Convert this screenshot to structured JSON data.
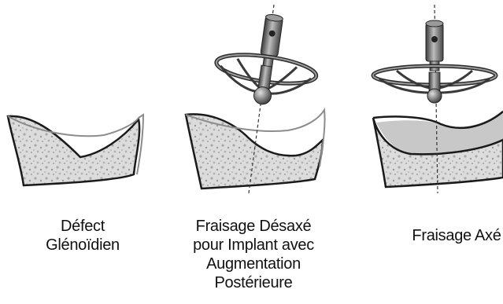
{
  "panels": [
    {
      "id": "defect",
      "caption": [
        "Défect",
        "Glénoïdien"
      ]
    },
    {
      "id": "eccentric",
      "caption": [
        "Fraisage Désaxé",
        "pour Implant avec",
        "Augmentation",
        "Postérieure"
      ]
    },
    {
      "id": "axial",
      "caption": [
        "Fraisage Axé"
      ]
    }
  ],
  "colors": {
    "background": "#ffffff",
    "bone_fill": "#d9d9d9",
    "bone_outline": "#1a1a1a",
    "articular_line": "#8c8c8c",
    "removed_bone": "#c8c8c8",
    "reamer_metal": "#6e6e6e",
    "axis_line": "#333333"
  }
}
